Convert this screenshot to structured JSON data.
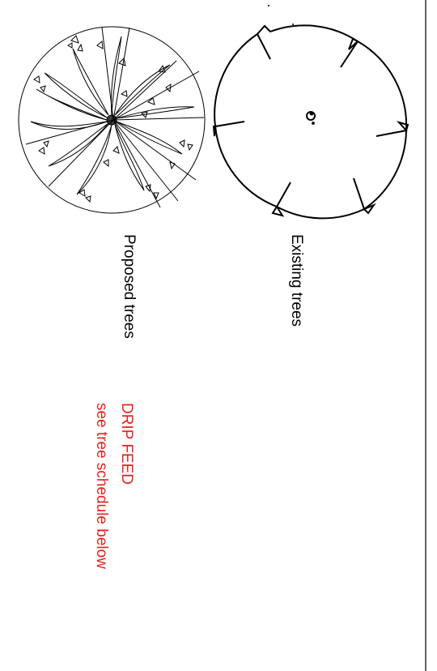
{
  "labels": {
    "existing_trees": "Existing trees",
    "proposed_trees": "Proposed trees",
    "drip_feed": "DRIP FEED",
    "drip_note": "see tree schedule below"
  },
  "colors": {
    "line": "#000000",
    "annotation": "#e8201e",
    "background": "#ffffff"
  },
  "symbols": {
    "existing": "existing-tree-symbol",
    "proposed": "proposed-tree-symbol"
  }
}
